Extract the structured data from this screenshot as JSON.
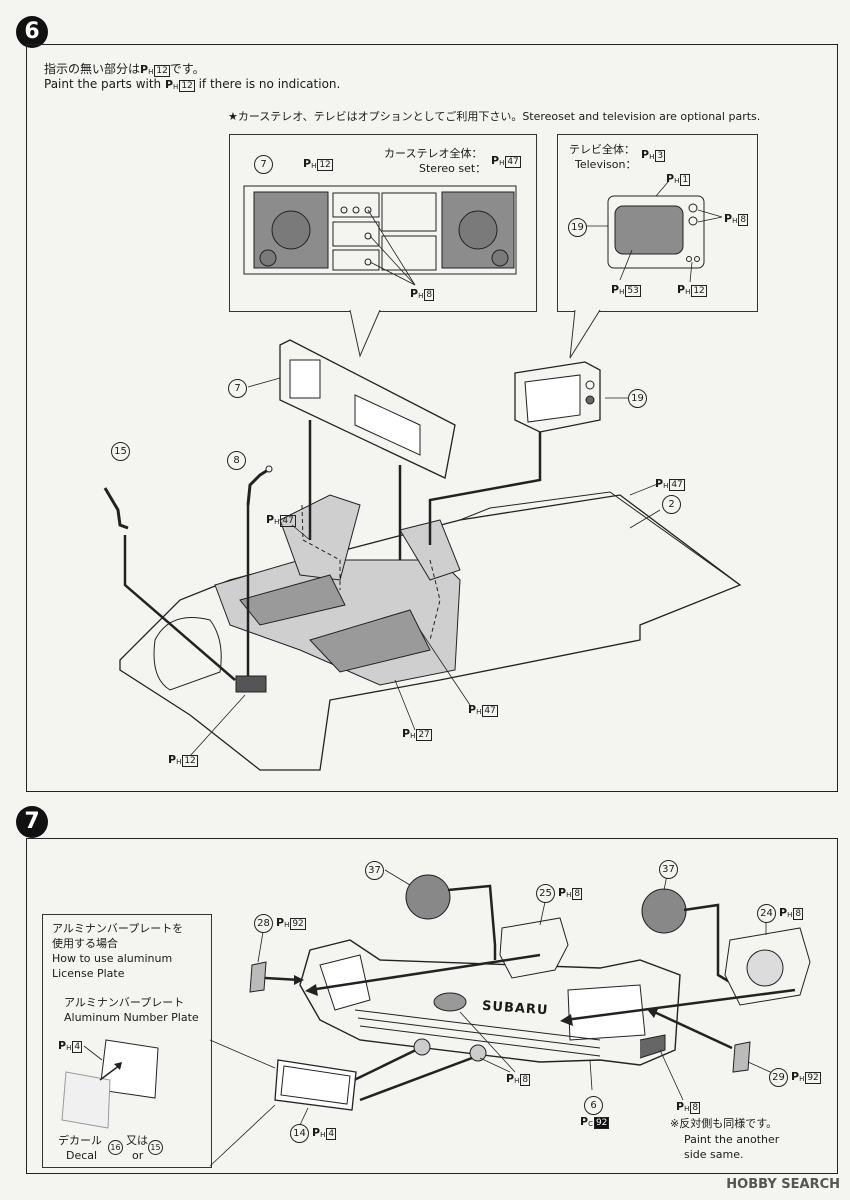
{
  "step6": {
    "number": "6",
    "instruction_jp": "指示の無い部分は",
    "instruction_jp_suffix": "です。",
    "instruction_en_prefix": "Paint the parts with",
    "instruction_en_suffix": "if there is no indication.",
    "instruction_code": "12",
    "optional_note": "★カーステレオ、テレビはオプションとしてご利用下さい。Stereoset and television are optional parts.",
    "stereo": {
      "label_jp": "カーステレオ全体：",
      "label_en": "Stereo set：",
      "paint": "47",
      "part": "7",
      "panel_paint": "12",
      "knobs_paint": "8"
    },
    "tv": {
      "label_jp": "テレビ全体：",
      "label_en": "Televison：",
      "paint": "3",
      "part": "19",
      "top_paint": "1",
      "knob_paint": "8",
      "screen_paint": "53",
      "foot_paint": "12"
    },
    "parts": {
      "stereo_part": "7",
      "tv_part": "19",
      "antenna_left": "15",
      "antenna_mid": "8",
      "floor_part": "2"
    },
    "paints": {
      "floor": "47",
      "seat_back": "47",
      "seat": "47",
      "seat_base": "27",
      "antenna_base": "12"
    }
  },
  "step7": {
    "number": "7",
    "plate_box": {
      "title_jp_1": "アルミナンバープレートを",
      "title_jp_2": "使用する場合",
      "title_en_1": "How to use aluminum",
      "title_en_2": "License Plate",
      "sub_jp": "アルミナンバープレート",
      "sub_en": "Aluminum Number Plate",
      "paint": "4",
      "decal_jp": "デカール",
      "decal_en": "Decal",
      "or_jp": "又は",
      "or_en": "or",
      "decal_num_a": "16",
      "decal_num_b": "15"
    },
    "parts": {
      "corner_light_left": "28",
      "corner_light_left_paint": "92",
      "fog_left": "37",
      "fog_right": "37",
      "lamp_housing_left": "25",
      "lamp_housing_left_paint": "8",
      "lamp_housing_right": "24",
      "lamp_housing_right_paint": "8",
      "corner_light_right": "29",
      "corner_light_right_paint": "92",
      "plate": "14",
      "plate_paint": "4",
      "bumper": "6",
      "bumper_paint": "92",
      "bolts_paint": "8",
      "side_paint": "8"
    },
    "brand_text": "SUBARU",
    "note_jp": "※反対側も同様です。",
    "note_en_1": "Paint the another",
    "note_en_2": "side same."
  },
  "watermark": "HOBBY SEARCH"
}
